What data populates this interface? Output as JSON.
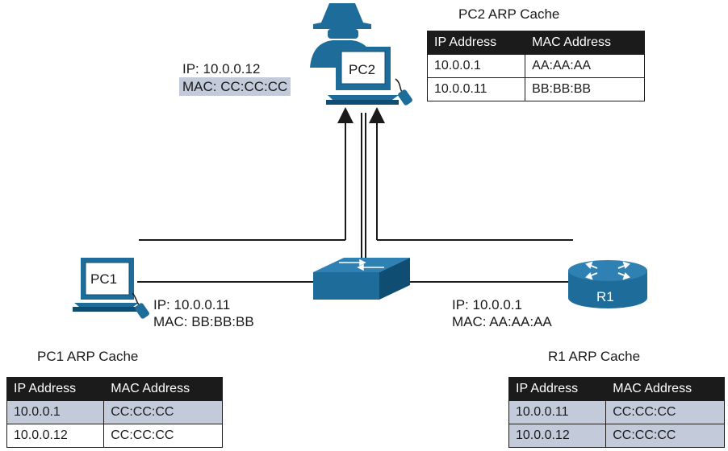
{
  "pc2": {
    "name": "PC2",
    "ip_label": "IP: 10.0.0.12",
    "mac_label": "MAC: CC:CC:CC",
    "cache_title": "PC2 ARP Cache",
    "cache": {
      "headers": [
        "IP Address",
        "MAC Address"
      ],
      "rows": [
        [
          "10.0.0.1",
          "AA:AA:AA"
        ],
        [
          "10.0.0.11",
          "BB:BB:BB"
        ]
      ]
    }
  },
  "pc1": {
    "name": "PC1",
    "ip_label": "IP: 10.0.0.11",
    "mac_label": "MAC: BB:BB:BB",
    "cache_title": "PC1 ARP Cache",
    "cache": {
      "headers": [
        "IP Address",
        "MAC Address"
      ],
      "rows": [
        [
          "10.0.0.1",
          "CC:CC:CC"
        ],
        [
          "10.0.0.12",
          "CC:CC:CC"
        ]
      ]
    }
  },
  "r1": {
    "name": "R1",
    "ip_label": "IP: 10.0.0.1",
    "mac_label": "MAC: AA:AA:AA",
    "cache_title": "R1 ARP Cache",
    "cache": {
      "headers": [
        "IP Address",
        "MAC Address"
      ],
      "rows": [
        [
          "10.0.0.11",
          "CC:CC:CC"
        ],
        [
          "10.0.0.12",
          "CC:CC:CC"
        ]
      ]
    }
  },
  "colors": {
    "device_blue": "#1e6c9a",
    "device_dark": "#0f4d73",
    "highlight": "#c3cbdb",
    "table_header": "#1b1b1b"
  },
  "icons": [
    "attacker-silhouette-icon",
    "computer-icon",
    "switch-icon",
    "router-icon"
  ]
}
